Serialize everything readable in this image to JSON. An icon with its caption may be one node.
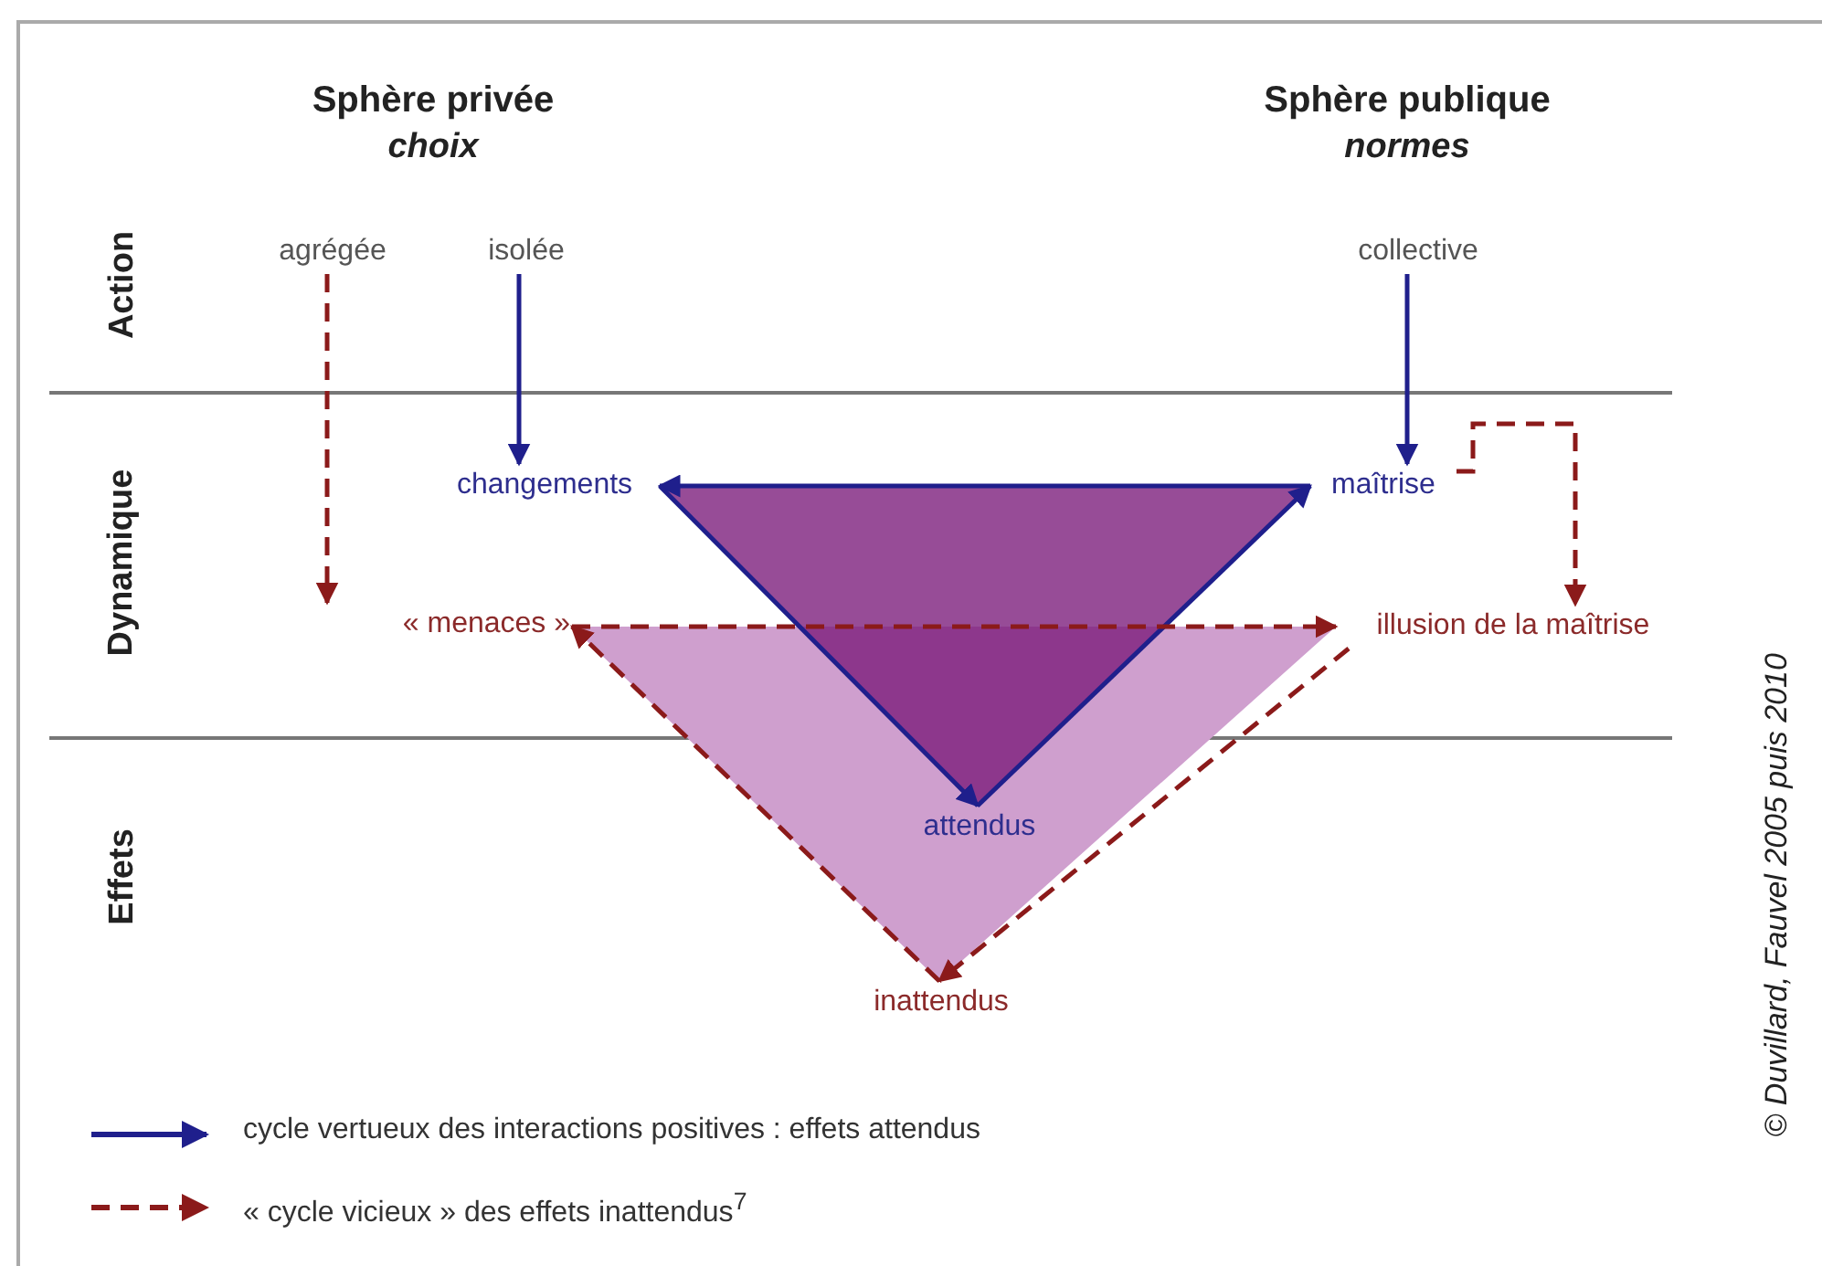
{
  "diagram": {
    "nodes": [
      {
        "text": [
          "agrégée"
        ]
      },
      {
        "text": [
          "isolée"
        ]
      },
      {
        "text": [
          "collective"
        ]
      },
      {
        "text": [
          "changements"
        ]
      },
      {
        "text": [
          "maîtrise"
        ]
      },
      {
        "text": [
          "« menaces »"
        ]
      },
      {
        "text": [
          "illusion de la maîtrise"
        ]
      },
      {
        "text": [
          "attendus"
        ]
      },
      {
        "text": [
          "inattendus"
        ]
      }
    ],
    "edges": [
      {
        "from": 1,
        "to": 3,
        "arrow": "to",
        "color": "#1f1f8c"
      },
      {
        "from": 2,
        "to": 4,
        "arrow": "to",
        "color": "#1f1f8c"
      },
      {
        "from": 0,
        "to": 5,
        "arrow": "to",
        "style": "dashed",
        "color": "#8b1a1a"
      },
      {
        "from": 4,
        "to": 6,
        "arrow": "to",
        "style": "dashed",
        "color": "#8b1a1a"
      },
      {
        "from": 4,
        "to": 3,
        "arrow": "to",
        "color": "#1f1f8c"
      },
      {
        "from": 3,
        "to": 7,
        "arrow": "to",
        "color": "#1f1f8c"
      },
      {
        "from": 7,
        "to": 4,
        "arrow": "to",
        "color": "#1f1f8c"
      },
      {
        "from": 5,
        "to": 6,
        "arrow": "to",
        "style": "dashed",
        "color": "#8b1a1a"
      },
      {
        "from": 6,
        "to": 8,
        "arrow": "to",
        "style": "dashed",
        "color": "#8b1a1a"
      },
      {
        "from": 8,
        "to": 5,
        "arrow": "to",
        "style": "dashed",
        "color": "#8b1a1a"
      }
    ],
    "labels": [
      "Sphère privée",
      "choix",
      "Sphère publique",
      "normes",
      "Action",
      "Dynamique",
      "Effets",
      "© Duvillard, Fauvel 2005 puis 2010"
    ],
    "legend": [
      {
        "text": "cycle vertueux des interactions positives : effets attendus"
      },
      {
        "text": "« cycle vicieux » des effets inattendus$^{7}$"
      }
    ]
  }
}
